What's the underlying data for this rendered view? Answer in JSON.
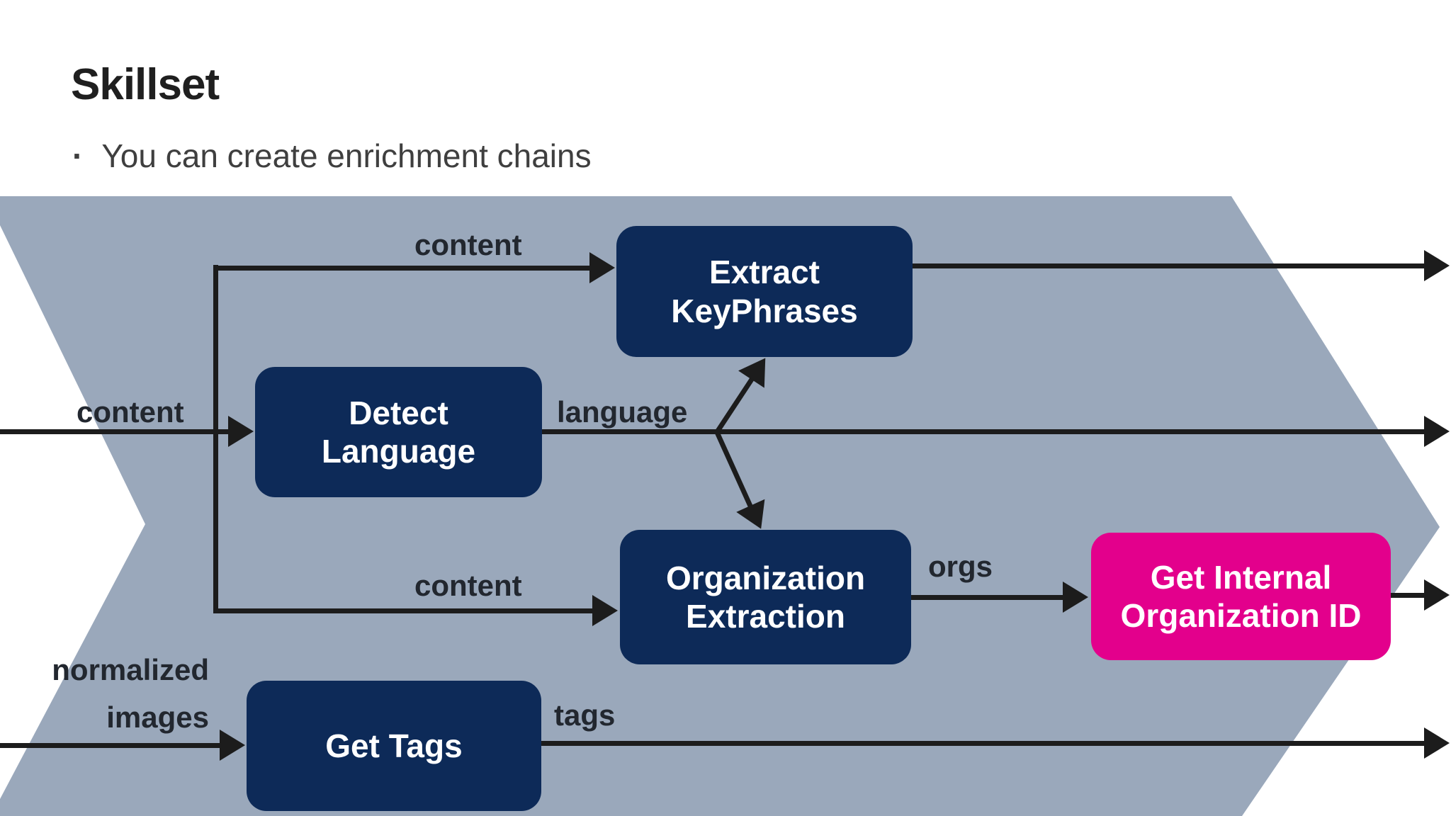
{
  "slide": {
    "title": "Skillset",
    "bullet_marker": "·",
    "bullet_text": "You can create enrichment chains"
  },
  "colors": {
    "band": "#9aa8bb",
    "node": "#0d2a58",
    "accent-node": "#e3008c",
    "arrow": "#1c1c1c",
    "title-ink": "#1f1f1f",
    "bullet-ink": "#3f3f3f",
    "label-ink": "#22272f",
    "node-text": "#ffffff"
  },
  "nodes": {
    "extract_keyphrases": "Extract\nKeyPhrases",
    "detect_language": "Detect\nLanguage",
    "organization_extraction": "Organization\nExtraction",
    "get_internal_organization_id": "Get Internal\nOrganization ID",
    "get_tags": "Get Tags"
  },
  "edge_labels": {
    "content_to_extract_keyphrases": "content",
    "content_to_detect_language": "content",
    "content_to_organization_extraction": "content",
    "language": "language",
    "orgs": "orgs",
    "tags": "tags",
    "normalized_images": "normalized\nimages"
  }
}
